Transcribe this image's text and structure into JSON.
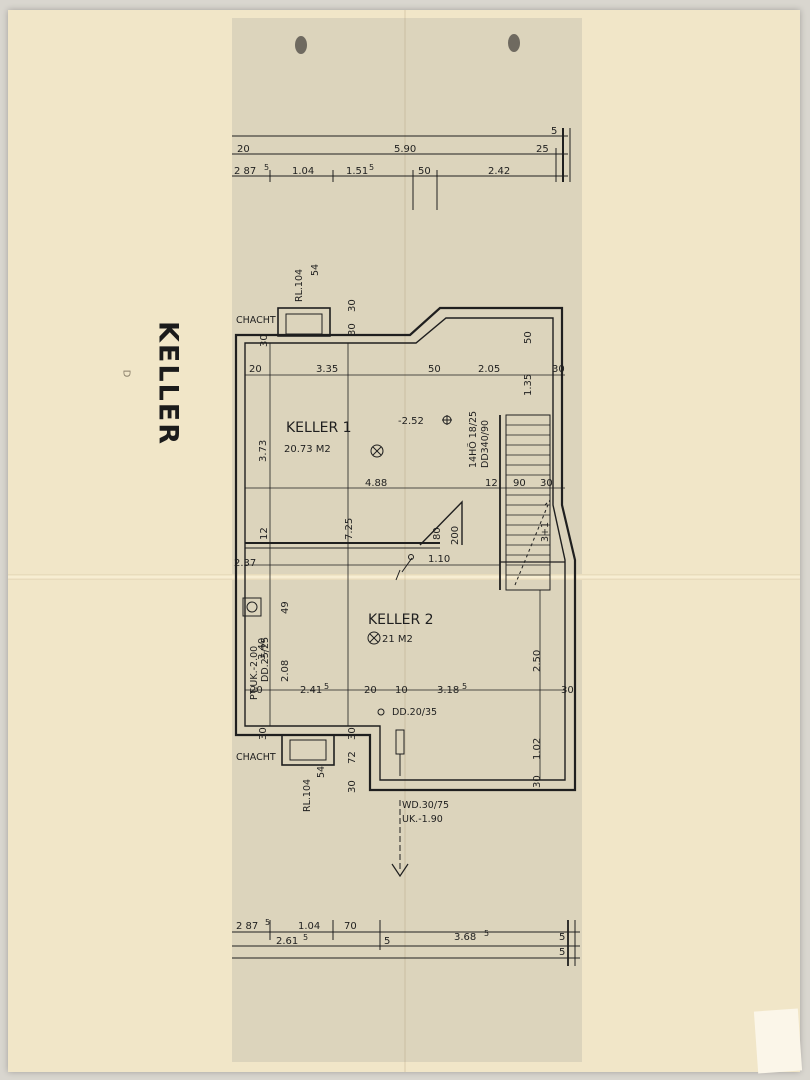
{
  "title": "KELLER",
  "rooms": [
    {
      "name": "KELLER 1",
      "area": "20.73 M2"
    },
    {
      "name": "KELLER 2",
      "area": "21 M2"
    }
  ],
  "dims_top": {
    "a": "5",
    "b": "20",
    "c": "5.90",
    "d": "25",
    "e": "2 87",
    "f": "5",
    "g": "1.04",
    "h": "1.51",
    "i": "5",
    "j": "50",
    "k": "2.42"
  },
  "dims_inner": {
    "a": "20",
    "b": "3.35",
    "c": "50",
    "d": "2.05",
    "e": "30",
    "f": "3.73",
    "g": "4.88",
    "h": "12",
    "i": "90",
    "j": "30",
    "k": "7.25",
    "l": "12",
    "m": "80",
    "n": "200",
    "o": "1.10",
    "p": "2.37",
    "q": "49",
    "r": "3.40",
    "s": "2.08",
    "t": "20",
    "u": "2.41",
    "v": "5",
    "w": "20",
    "x": "10",
    "y": "3.18",
    "z": "5",
    "aa": "30",
    "ab": "2.50",
    "ac": "1.02",
    "ad": "30",
    "ae": "1.35",
    "af": "30",
    "ag": "50",
    "ah": "30",
    "ai": "30",
    "aj": "72",
    "ak": "30",
    "al": "30",
    "am": "30"
  },
  "dims_bottom": {
    "a": "2 87",
    "b": "5",
    "c": "1.04",
    "d": "70",
    "e": "2.61",
    "f": "5",
    "g": "5",
    "h": "3.68",
    "i": "5",
    "j": "5",
    "k": "5"
  },
  "notes": {
    "shaft_top": "CHACHT",
    "shaft_bottom": "CHACHT",
    "rl_top": "RL.104",
    "rl_top_b": "54",
    "rl_bottom": "RL.104",
    "rl_bottom_b": "54",
    "level": "-2.52",
    "hoe": "14HÖ 18/25",
    "dd_stair": "DD340/90",
    "stair_mark": "3+1",
    "pt": "PT.UK.-2.00",
    "dd_left": "DD.25/25",
    "dd_mid": "DD.20/35",
    "wd": "WD.30/75",
    "uk": "UK.-1.90",
    "mark_small": "D"
  }
}
